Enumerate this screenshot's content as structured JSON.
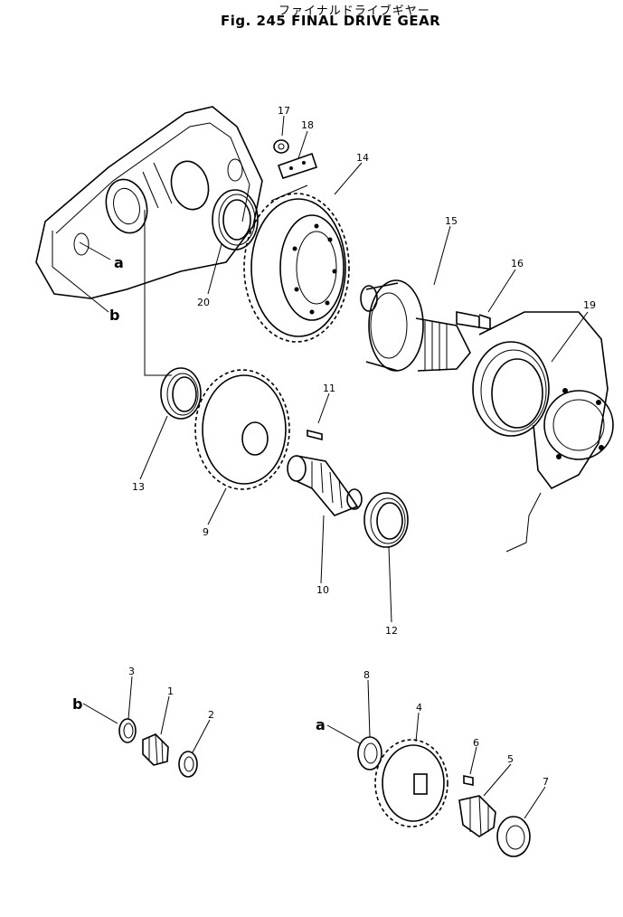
{
  "title_jp": "ファイナルドライブギヤー",
  "title_en": "Fig. 245  FINAL  DRIVE  GEAR",
  "parts": {
    "p1": "1",
    "p2": "2",
    "p3": "3",
    "p4": "4",
    "p5": "5",
    "p6": "6",
    "p7": "7",
    "p8": "8",
    "p9": "9",
    "p10": "10",
    "p11": "11",
    "p12": "12",
    "p13": "13",
    "p14": "14",
    "p15": "15",
    "p16": "16",
    "p17": "17",
    "p18": "18",
    "p19": "19",
    "p20": "20"
  },
  "refs": {
    "a_top": "a",
    "b_top": "b",
    "a_bottom": "a",
    "b_bottom": "b"
  }
}
